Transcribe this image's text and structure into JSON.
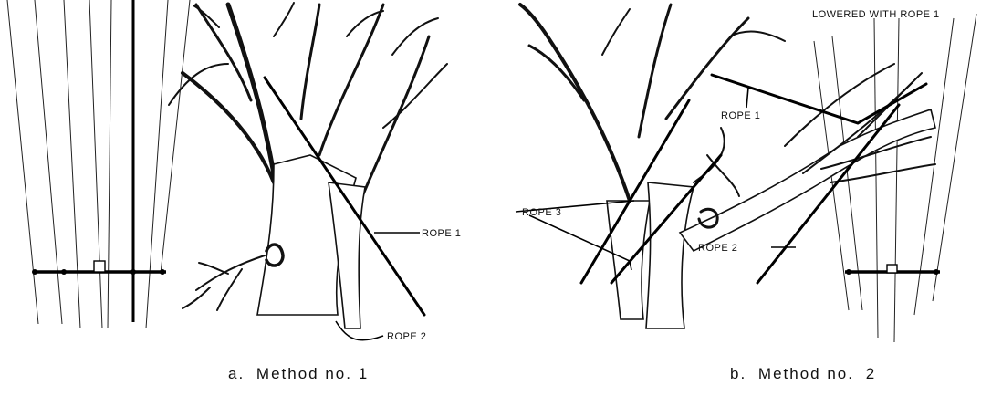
{
  "panel_a": {
    "labels": {
      "rope_1": "ROPE 1",
      "rope_2": "ROPE 2"
    },
    "caption_letter": "a.",
    "caption_text": "Method no. 1"
  },
  "panel_b": {
    "labels": {
      "lowered": "LOWERED WITH ROPE 1",
      "rope_1": "ROPE 1",
      "rope_2": "ROPE 2",
      "rope_3": "ROPE 3"
    },
    "caption_letter": "b.",
    "caption_text": "Method no.",
    "caption_number": "2"
  }
}
